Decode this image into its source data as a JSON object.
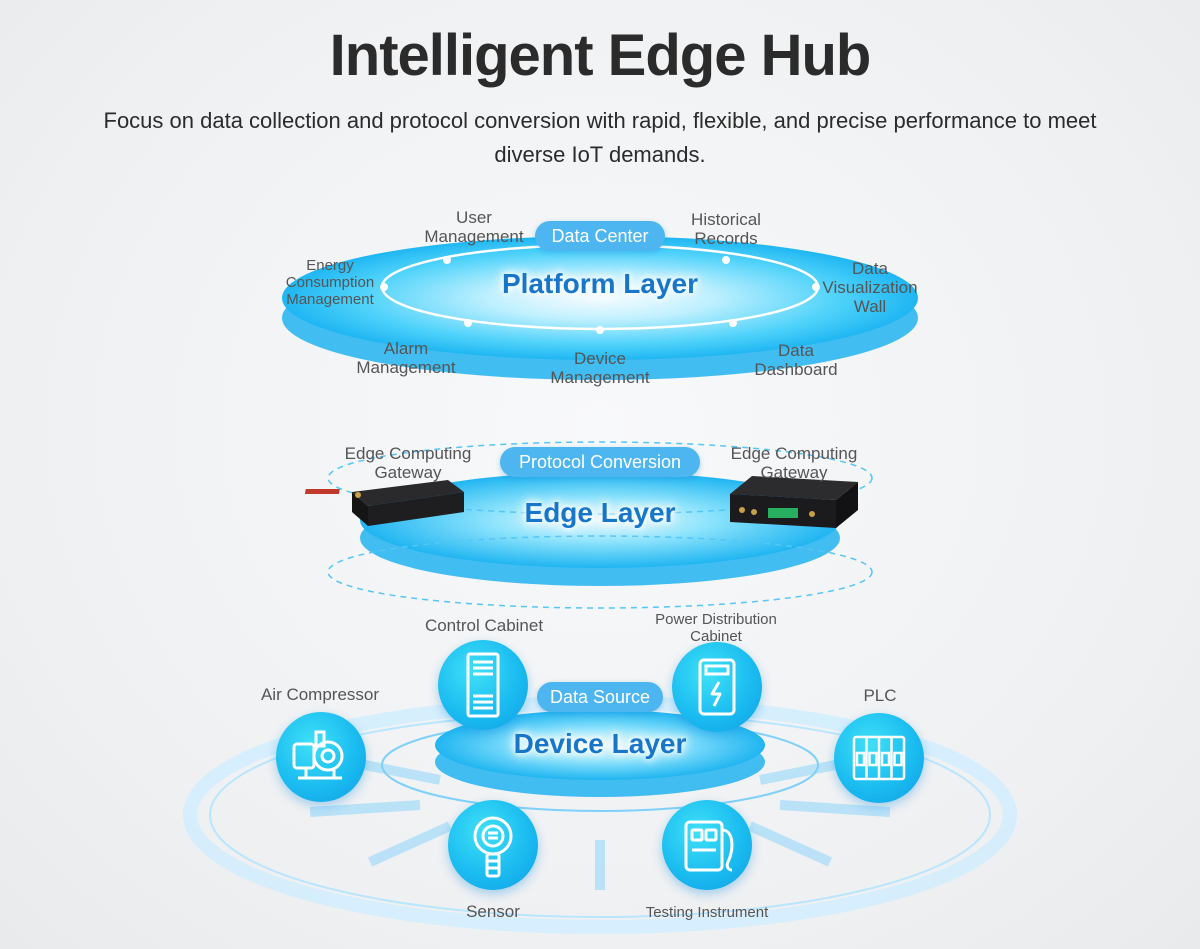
{
  "header": {
    "title": "Intelligent Edge Hub",
    "subtitle": "Focus on data collection and protocol conversion with rapid, flexible, and precise performance to meet diverse IoT demands."
  },
  "platform": {
    "title": "Platform Layer",
    "tag": "Data Center",
    "labels": {
      "user_management": "User\nManagement",
      "historical_records": "Historical\nRecords",
      "energy": "Energy\nConsumption\nManagement",
      "data_wall": "Data\nVisualization\nWall",
      "alarm": "Alarm\nManagement",
      "device_mgmt": "Device\nManagement",
      "dashboard": "Data\nDashboard"
    }
  },
  "edge": {
    "title": "Edge Layer",
    "tag": "Protocol Conversion",
    "gateway_left": "Edge Computing\nGateway",
    "gateway_right": "Edge Computing\nGateway"
  },
  "device": {
    "title": "Device Layer",
    "tag": "Data Source",
    "items": {
      "control_cabinet": "Control Cabinet",
      "power_cabinet": "Power Distribution\nCabinet",
      "air_compressor": "Air Compressor",
      "plc": "PLC",
      "sensor": "Sensor",
      "testing_instrument": "Testing Instrument"
    }
  },
  "colors": {
    "accent": "#1776c9",
    "pill": "#4db6f0",
    "disc": "#2ec4f5",
    "text": "#2b2b2b"
  }
}
